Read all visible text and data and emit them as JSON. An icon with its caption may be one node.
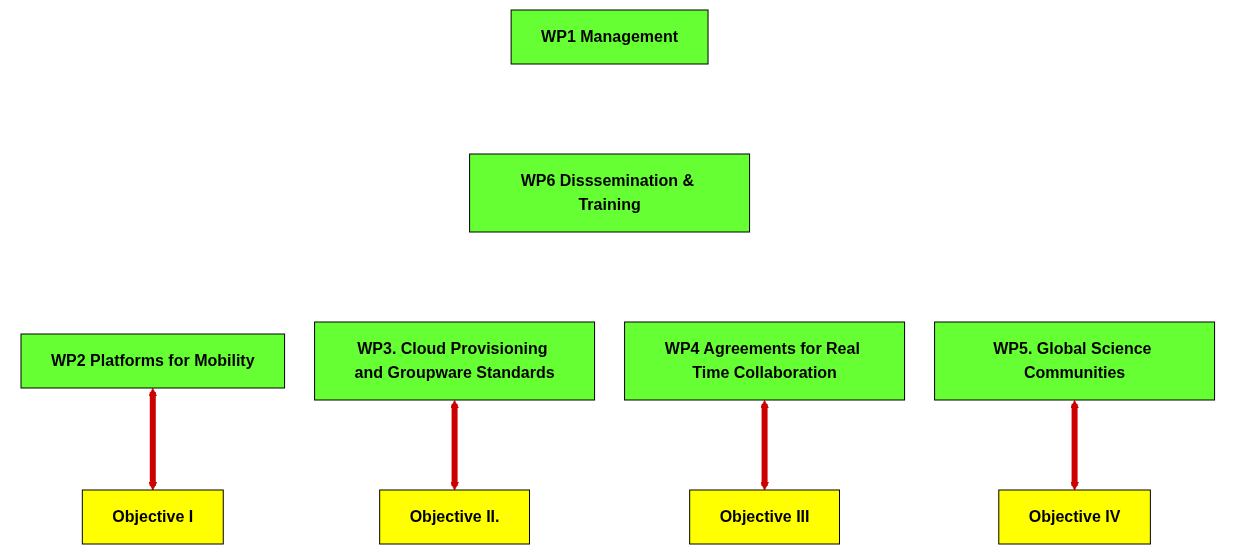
{
  "diagram": {
    "nodes": [
      {
        "text": [
          "WP1 Management"
        ]
      },
      {
        "text": [
          "WP6 Disssemination & Training"
        ]
      },
      {
        "text": [
          "WP2 Platforms for Mobility"
        ]
      },
      {
        "text": [
          "WP3. Cloud Provisioning and Groupware Standards"
        ]
      },
      {
        "text": [
          "WP4 Agreements for Real Time Collaboration"
        ]
      },
      {
        "text": [
          "WP5. Global Science Communities"
        ]
      },
      {
        "text": [
          "Objective I"
        ]
      },
      {
        "text": [
          "Objective II."
        ]
      },
      {
        "text": [
          "Objective III"
        ]
      },
      {
        "text": [
          "Objective IV"
        ]
      }
    ],
    "edges": [
      {
        "from": 2,
        "to": 6,
        "arrow": "both"
      },
      {
        "from": 3,
        "to": 7,
        "arrow": "both"
      },
      {
        "from": 4,
        "to": 8,
        "arrow": "both"
      },
      {
        "from": 5,
        "to": 9,
        "arrow": "both"
      }
    ]
  }
}
